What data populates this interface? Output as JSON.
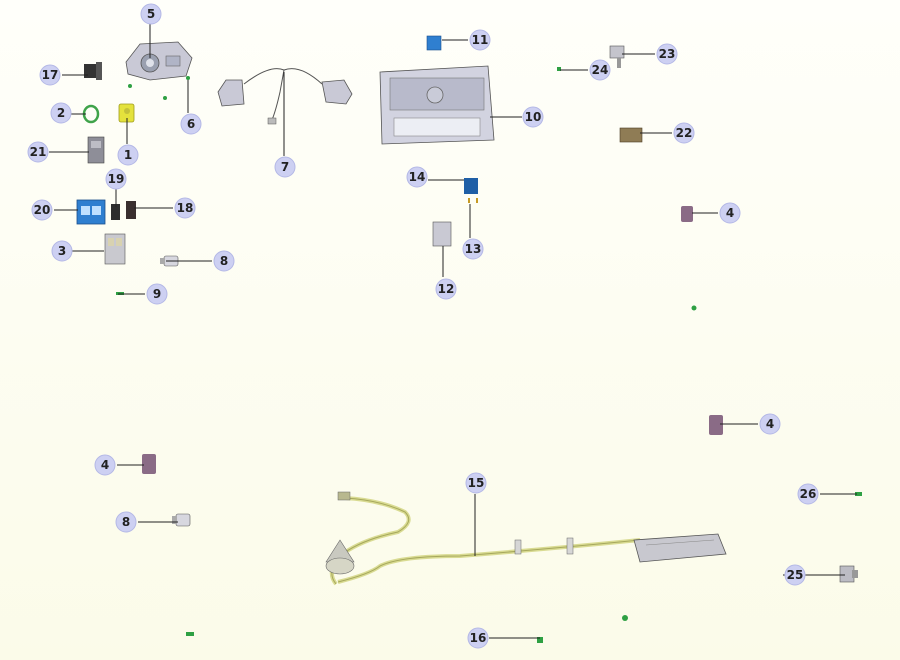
{
  "diagram": {
    "callouts": [
      "1",
      "2",
      "3",
      "4",
      "5",
      "6",
      "7",
      "8",
      "9",
      "10",
      "11",
      "12",
      "13",
      "14",
      "15",
      "16",
      "17",
      "18",
      "19",
      "20",
      "21",
      "22",
      "23",
      "24",
      "25",
      "26"
    ]
  },
  "colors": {
    "callout_fill": "#cdd0f2",
    "part_grey": "#c9c9d6",
    "part_blue": "#2f7fd0",
    "part_yellow": "#e4e23c",
    "part_mauve": "#8a6b86",
    "part_green": "#2ea043",
    "harness": "#e5e7a5"
  }
}
